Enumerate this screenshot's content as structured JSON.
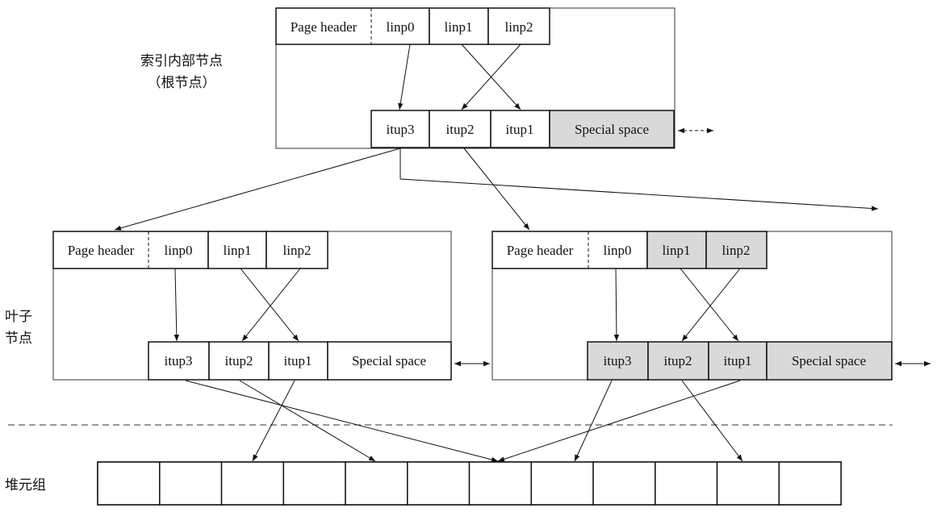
{
  "labels": {
    "root_node_line1": "索引内部节点",
    "root_node_line2": "（根节点）",
    "leaf_line1": "叶子",
    "leaf_line2": "节点",
    "heap_tuples": "堆元组"
  },
  "root": {
    "page_header": "Page header",
    "linps": [
      "linp0",
      "linp1",
      "linp2"
    ],
    "itups": [
      "itup3",
      "itup2",
      "itup1"
    ],
    "special": "Special space"
  },
  "leaf_left": {
    "page_header": "Page header",
    "linps": [
      "linp0",
      "linp1",
      "linp2"
    ],
    "itups": [
      "itup3",
      "itup2",
      "itup1"
    ],
    "special": "Special space"
  },
  "leaf_right": {
    "page_header": "Page header",
    "linps": [
      "linp0",
      "linp1",
      "linp2"
    ],
    "itups": [
      "itup3",
      "itup2",
      "itup1"
    ],
    "special": "Special space"
  },
  "heap": {
    "cell_count": 12
  },
  "colors": {
    "shaded": "#d9d9d9",
    "line": "#111111"
  }
}
